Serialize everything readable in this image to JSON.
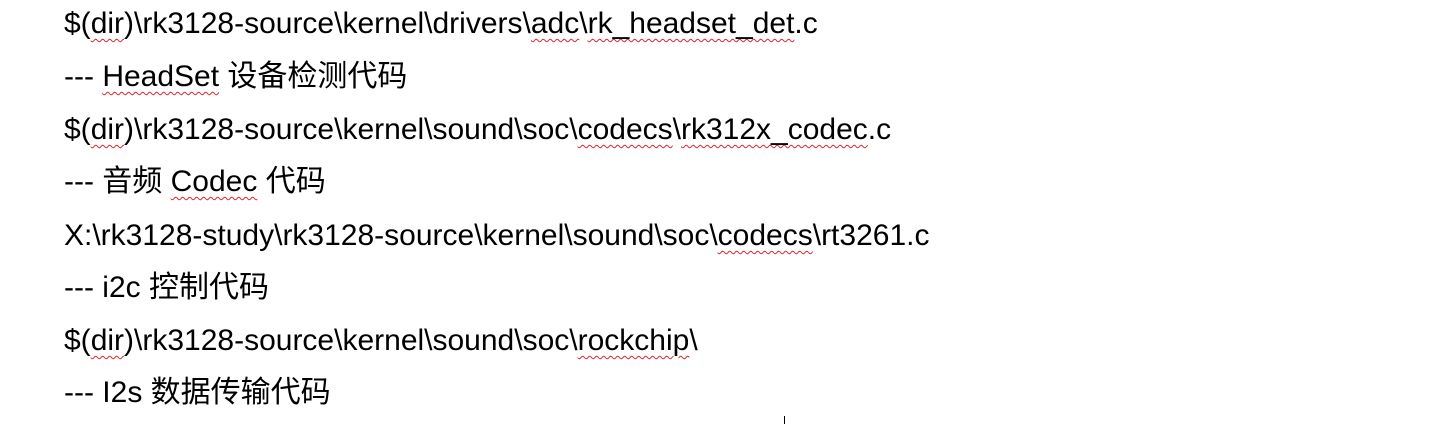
{
  "document": {
    "lines": [
      {
        "segments": [
          {
            "text": "$("
          },
          {
            "text": "dir",
            "spellcheck": true
          },
          {
            "text": ")\\rk3128-source\\kernel\\drivers\\"
          },
          {
            "text": "adc",
            "spellcheck": true
          },
          {
            "text": "\\"
          },
          {
            "text": "rk_headset_det",
            "spellcheck": true
          },
          {
            "text": ".c"
          }
        ]
      },
      {
        "segments": [
          {
            "text": "--- "
          },
          {
            "text": "HeadSet",
            "spellcheck": true
          },
          {
            "text": " 设备检测代码"
          }
        ]
      },
      {
        "segments": [
          {
            "text": "$("
          },
          {
            "text": "dir",
            "spellcheck": true
          },
          {
            "text": ")\\rk3128-source\\kernel\\sound\\soc\\"
          },
          {
            "text": "codecs",
            "spellcheck": true
          },
          {
            "text": "\\"
          },
          {
            "text": "rk312x_codec",
            "spellcheck": true
          },
          {
            "text": ".c"
          }
        ]
      },
      {
        "segments": [
          {
            "text": "--- 音频 "
          },
          {
            "text": "Codec",
            "spellcheck": true
          },
          {
            "text": " 代码"
          }
        ]
      },
      {
        "segments": [
          {
            "text": "X:\\rk3128-study\\rk3128-source\\kernel\\sound\\soc\\"
          },
          {
            "text": "codecs",
            "spellcheck": true
          },
          {
            "text": "\\rt3261.c"
          }
        ]
      },
      {
        "segments": [
          {
            "text": "--- i2c 控制代码"
          }
        ]
      },
      {
        "segments": [
          {
            "text": "$("
          },
          {
            "text": "dir",
            "spellcheck": true
          },
          {
            "text": ")\\rk3128-source\\kernel\\sound\\soc\\"
          },
          {
            "text": "rockchip",
            "spellcheck": true
          },
          {
            "text": "\\"
          }
        ]
      },
      {
        "segments": [
          {
            "text": "--- I2s 数据传输代码"
          }
        ]
      }
    ]
  },
  "colors": {
    "text": "#000000",
    "spellcheck_underline": "#d9252b",
    "background": "#ffffff"
  }
}
